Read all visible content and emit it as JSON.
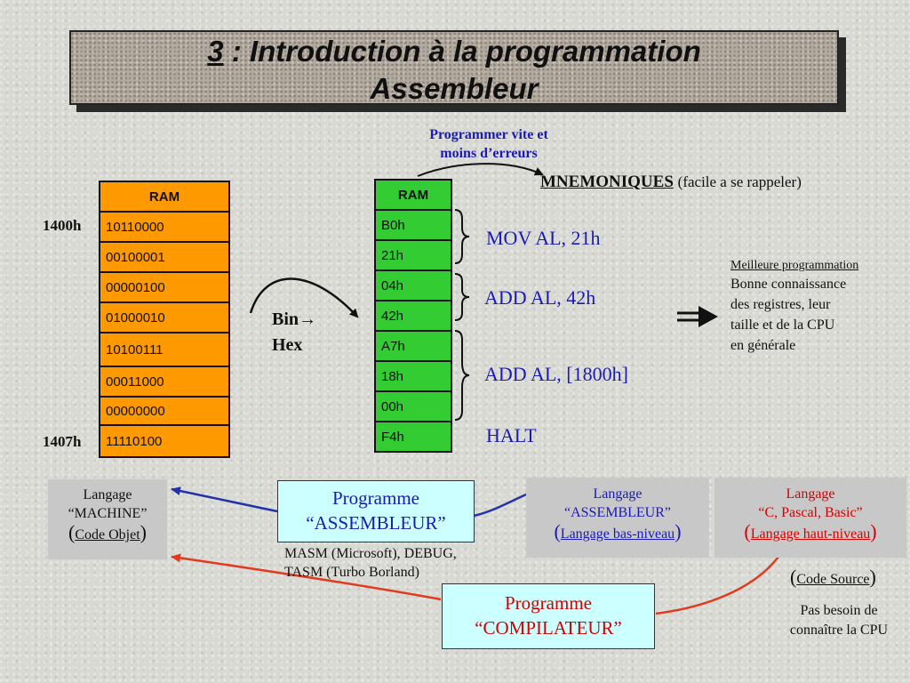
{
  "title": {
    "number": "3",
    "line1_rest": " : Introduction à la programmation",
    "line2": "Assembleur"
  },
  "ram_binary": {
    "header": "RAM",
    "rows": [
      "10110000",
      "00100001",
      "00000100",
      "01000010",
      "10100111",
      "00011000",
      "00000000",
      "11110100"
    ],
    "start_address": "1400h",
    "end_address": "1407h"
  },
  "conversion": {
    "bin": "Bin",
    "arrow": "→",
    "hex": "Hex"
  },
  "ram_hex": {
    "header": "RAM",
    "rows": [
      "B0h",
      "21h",
      "04h",
      "42h",
      "A7h",
      "18h",
      "00h",
      "F4h"
    ]
  },
  "note_top": {
    "line1": "Programmer vite et",
    "line2": "moins d’erreurs"
  },
  "mnemonics": {
    "heading": "MNEMONIQUES",
    "heading_note": "(facile a se rappeler)",
    "instructions": [
      "MOV AL, 21h",
      "ADD AL, 42h",
      "ADD AL, [1800h]",
      "HALT"
    ]
  },
  "better_programming": {
    "heading": "Meilleure programmation",
    "lines": [
      "Bonne connaissance",
      "des registres, leur",
      "taille et de la CPU",
      "en générale"
    ]
  },
  "machine_lang": {
    "line1": "Langage",
    "line2": "“MACHINE”",
    "open": "(",
    "code": "Code Objet",
    "close": ")"
  },
  "assembler_program": {
    "line1": "Programme",
    "line2": "“ASSEMBLEUR”"
  },
  "assemblers_list": {
    "line1": "MASM (Microsoft), DEBUG,",
    "line2": "TASM (Turbo Borland)"
  },
  "assembly_lang": {
    "line1": "Langage",
    "line2": "“ASSEMBLEUR”",
    "open": "(",
    "level": "Langage bas-niveau",
    "close": ")"
  },
  "high_lang": {
    "line1": "Langage",
    "line2": "“C, Pascal, Basic”",
    "open": "(",
    "level": "Langage haut-niveau",
    "close": ")"
  },
  "source_code": {
    "open": "(",
    "label": "Code Source",
    "close": ")"
  },
  "compiler_program": {
    "line1": "Programme",
    "line2": "“COMPILATEUR”"
  },
  "no_cpu": {
    "line1": "Pas besoin de",
    "line2": "connaître la CPU"
  },
  "colors": {
    "orange": "#ff9900",
    "green": "#33cc33",
    "blue_text": "#1b1bb3",
    "red_text": "#d50000",
    "cyan_box": "#ccffff"
  }
}
